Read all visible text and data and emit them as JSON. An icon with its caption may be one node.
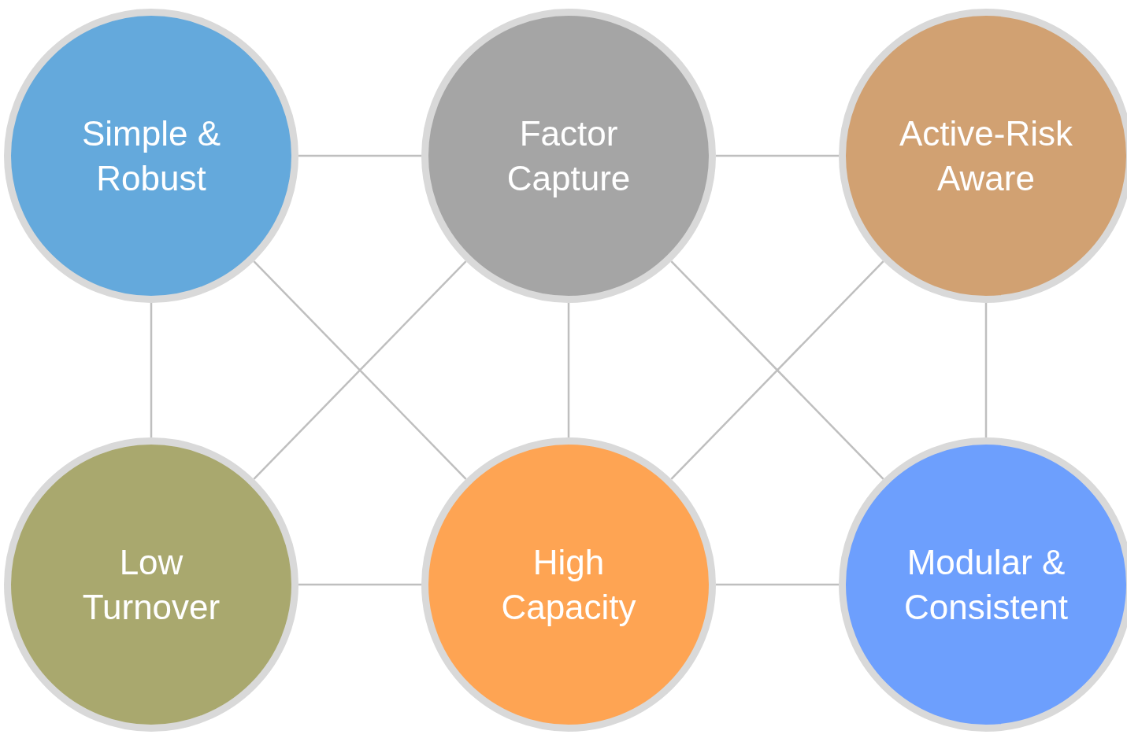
{
  "diagram": {
    "nodes": [
      {
        "text": [
          "Simple & Robust"
        ]
      },
      {
        "text": [
          "Factor Capture"
        ]
      },
      {
        "text": [
          "Active-Risk Aware"
        ]
      },
      {
        "text": [
          "Low Turnover"
        ]
      },
      {
        "text": [
          "High Capacity"
        ]
      },
      {
        "text": [
          "Modular & Consistent"
        ]
      }
    ],
    "edges": [
      {
        "from": 0,
        "to": 1,
        "arrow": "none"
      },
      {
        "from": 1,
        "to": 2,
        "arrow": "none"
      },
      {
        "from": 0,
        "to": 3,
        "arrow": "none"
      },
      {
        "from": 0,
        "to": 4,
        "arrow": "none"
      },
      {
        "from": 1,
        "to": 3,
        "arrow": "none"
      },
      {
        "from": 1,
        "to": 4,
        "arrow": "none"
      },
      {
        "from": 1,
        "to": 5,
        "arrow": "none"
      },
      {
        "from": 2,
        "to": 4,
        "arrow": "none"
      },
      {
        "from": 2,
        "to": 5,
        "arrow": "none"
      },
      {
        "from": 3,
        "to": 4,
        "arrow": "none"
      },
      {
        "from": 4,
        "to": 5,
        "arrow": "none"
      }
    ]
  }
}
